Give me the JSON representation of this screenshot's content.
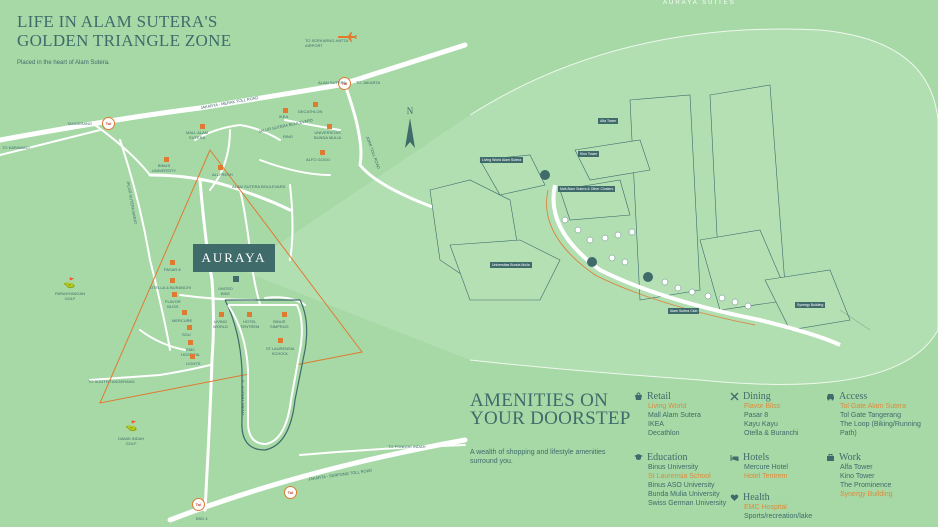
{
  "header": {
    "brand": "AURAYA SUITES",
    "title_line1": "LIFE  IN ALAM SUTERA'S",
    "title_line2": "GOLDEN TRIANGLE ZONE",
    "subtitle": "Placed in the heart of Alam Sutera."
  },
  "map": {
    "highlight_label": "AURAYA",
    "compass_label": "N",
    "colors": {
      "background": "#a6d9a6",
      "road": "#ffffff",
      "accent": "#e07a30",
      "primary": "#3f6b6b"
    },
    "places": [
      {
        "label": "MALL ALAM\nSUTERA"
      },
      {
        "label": "IKEA"
      },
      {
        "label": "DECATHLON"
      },
      {
        "label": "UNIVERSITAS\nBUNDA MULIA"
      },
      {
        "label": "ALFO GOGO"
      },
      {
        "label": "BINUS\nUNIVERSITY"
      },
      {
        "label": "ALLFRESH"
      },
      {
        "label": "PASAR 8"
      },
      {
        "label": "OTELLA & BURANCHI"
      },
      {
        "label": "FLAVOR\nBLISS"
      },
      {
        "label": "MERCURE"
      },
      {
        "label": "LIVING\nWORLD"
      },
      {
        "label": "HOTEL\nTENTREM"
      },
      {
        "label": "BINUS\nSIMPRUG"
      },
      {
        "label": "SGU"
      },
      {
        "label": "EMC\nHOSPITAL"
      },
      {
        "label": "LIGHTS"
      },
      {
        "label": "ST.LAURENSIA\nSCHOOL"
      },
      {
        "label": "UNITED\nBIKE"
      },
      {
        "label": "PARAHYANGAN\nGOLF"
      },
      {
        "label": "DAMAI INDAH\nGOLF"
      },
      {
        "label": "RING"
      }
    ],
    "roads": [
      {
        "label": "TO SOEKARNO-HATTA\nAIRPORT"
      },
      {
        "label": "ALAM SUTERA"
      },
      {
        "label": "TO JAKARTA"
      },
      {
        "label": "TANGERANG"
      },
      {
        "label": "TO KARAWACI"
      },
      {
        "label": "TO SOUTH TANGERANG"
      },
      {
        "label": "TO PONDOK INDAH"
      },
      {
        "label": "JAKARTA - SERPONG TOLL ROAD"
      },
      {
        "label": "JAKARTA - MERAK TOLL ROAD"
      },
      {
        "label": "JORR TOLL ROAD"
      },
      {
        "label": "ALAM SUTERA BOULEVARD"
      },
      {
        "label": "JALUR SUTERA BOULEVARD"
      },
      {
        "label": "JALUR SUTERA BARAT"
      },
      {
        "label": "JL. SUTERA PRIMA"
      },
      {
        "label": "BSD 4"
      }
    ],
    "toll_label": "Tol",
    "site_tags": [
      "Alfa Tower",
      "Living World Alam Sutera",
      "Kino Tower",
      "Mall Alam Sutera & Other Clusters",
      "Universitas Bunda Mulia",
      "Synergy Building",
      "Alam Sutera Club"
    ]
  },
  "amenities": {
    "title_line1": "AMENITIES ON",
    "title_line2": "YOUR DOORSTEP",
    "description": "A wealth of shopping and lifestyle amenities surround you.",
    "categories": [
      {
        "name": "Retail",
        "icon": "shopping-bag-icon",
        "items": [
          {
            "text": "Living World",
            "highlight": true
          },
          {
            "text": "Mall Alam Sutera",
            "highlight": false
          },
          {
            "text": "IKEA",
            "highlight": false
          },
          {
            "text": "Decathlon",
            "highlight": false
          }
        ]
      },
      {
        "name": "Dining",
        "icon": "cutlery-icon",
        "items": [
          {
            "text": "Flavor Bliss",
            "highlight": true
          },
          {
            "text": "Pasar 8",
            "highlight": false
          },
          {
            "text": "Kayu Kayu",
            "highlight": false
          },
          {
            "text": "Otella & Buranchi",
            "highlight": false
          }
        ]
      },
      {
        "name": "Access",
        "icon": "car-icon",
        "items": [
          {
            "text": "Tol Gate Alam Sutera",
            "highlight": true
          },
          {
            "text": "Tol Gate Tangerang",
            "highlight": false
          },
          {
            "text": "The Loop (Biking/Running",
            "highlight": false
          },
          {
            "text": "Path)",
            "highlight": false
          }
        ]
      },
      {
        "name": "Education",
        "icon": "graduation-cap-icon",
        "items": [
          {
            "text": "Binus University",
            "highlight": false
          },
          {
            "text": "St Laurensia School",
            "highlight": true
          },
          {
            "text": "Binus ASO University",
            "highlight": false
          },
          {
            "text": "Bunda Mulia University",
            "highlight": false
          },
          {
            "text": "Swiss German University",
            "highlight": false
          }
        ]
      },
      {
        "name": "Hotels",
        "icon": "bed-icon",
        "items": [
          {
            "text": "Mercure Hotel",
            "highlight": false
          },
          {
            "text": "Hotel Tentrem",
            "highlight": true
          }
        ]
      },
      {
        "name": "Health",
        "icon": "heart-icon",
        "items": [
          {
            "text": "EMC Hospital",
            "highlight": true
          },
          {
            "text": "Sports/recreation/lake",
            "highlight": false
          }
        ]
      },
      {
        "name": "Work",
        "icon": "briefcase-icon",
        "items": [
          {
            "text": "Alfa Tower",
            "highlight": false
          },
          {
            "text": "Kino Tower",
            "highlight": false
          },
          {
            "text": "The Prominence",
            "highlight": false
          },
          {
            "text": "Synergy Building",
            "highlight": true
          }
        ]
      }
    ]
  }
}
